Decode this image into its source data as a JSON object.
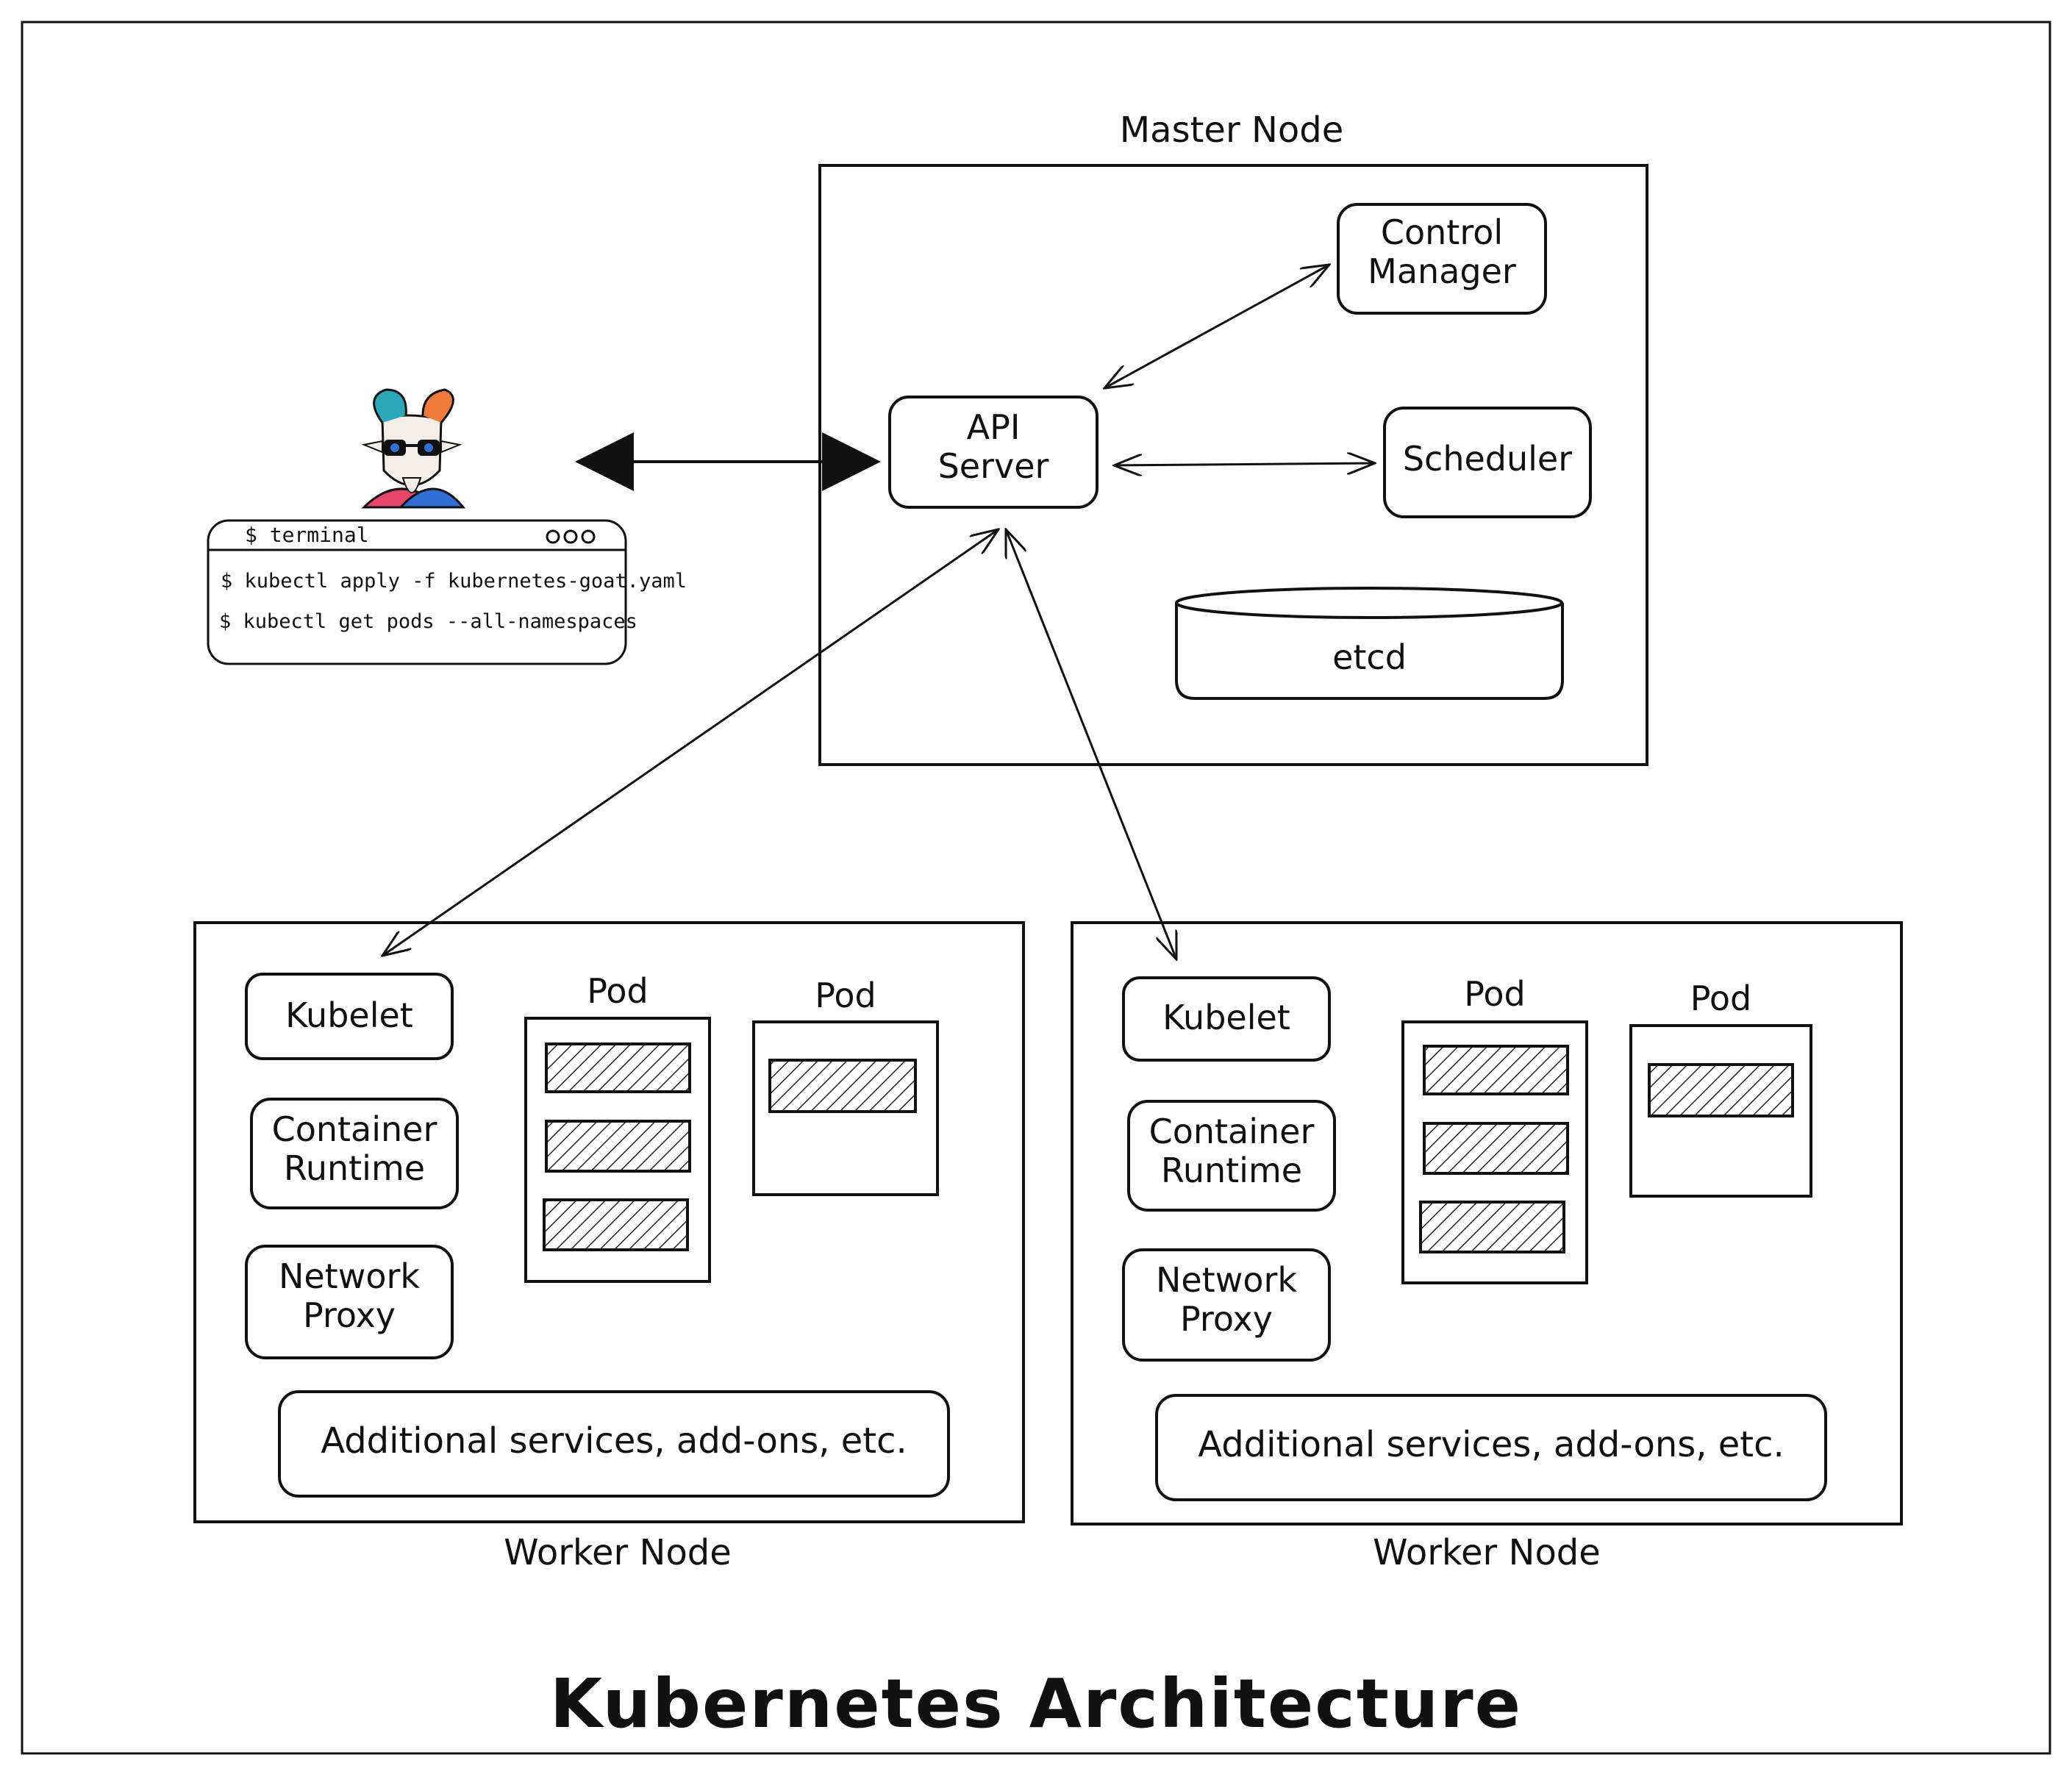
{
  "title": "Kubernetes Architecture",
  "master_node": {
    "label": "Master Node",
    "components": {
      "control_manager": "Control Manager",
      "control_manager_line1": "Control",
      "control_manager_line2": "Manager",
      "api_server_line1": "API",
      "api_server_line2": "Server",
      "scheduler": "Scheduler",
      "etcd": "etcd"
    }
  },
  "terminal": {
    "title": "$ terminal",
    "lines": [
      "$ kubectl apply -f kubernetes-goat.yaml",
      "$ kubectl get pods --all-namespaces"
    ]
  },
  "worker_nodes": [
    {
      "label": "Worker Node",
      "kubelet": "Kubelet",
      "container_runtime_line1": "Container",
      "container_runtime_line2": "Runtime",
      "network_proxy_line1": "Network",
      "network_proxy_line2": "Proxy",
      "pods": [
        "Pod",
        "Pod"
      ],
      "addons": "Additional services, add-ons, etc."
    },
    {
      "label": "Worker Node",
      "kubelet": "Kubelet",
      "container_runtime_line1": "Container",
      "container_runtime_line2": "Runtime",
      "network_proxy_line1": "Network",
      "network_proxy_line2": "Proxy",
      "pods": [
        "Pod",
        "Pod"
      ],
      "addons": "Additional services, add-ons, etc."
    }
  ],
  "mascot_icon": "goat-mascot-icon",
  "colors": {
    "stroke": "#111111",
    "hatch": "#222222",
    "mascot_teal": "#2aa7b8",
    "mascot_orange": "#f07a3a",
    "mascot_blue": "#2f6fd6",
    "mascot_pink": "#e8466a"
  }
}
